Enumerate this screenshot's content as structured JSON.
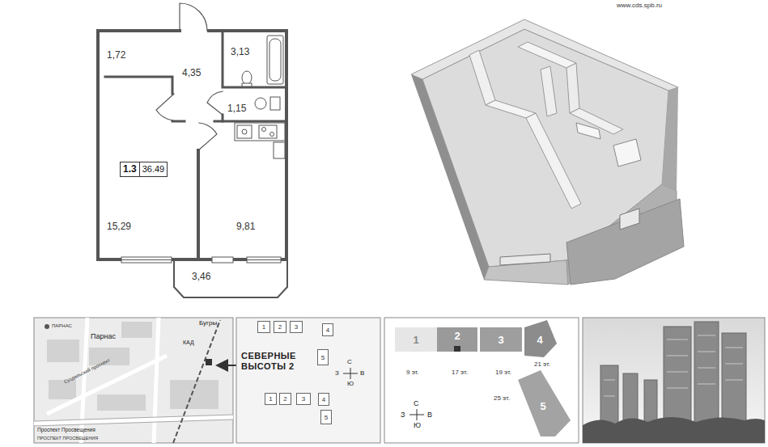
{
  "diagram": {
    "nodes": [
      {
        "text": [
          "1,72"
        ]
      },
      {
        "text": [
          "4,35"
        ]
      },
      {
        "text": [
          "3,13"
        ]
      },
      {
        "text": [
          "1,15"
        ]
      },
      {
        "text": [
          "15,29"
        ]
      },
      {
        "text": [
          "1.3",
          "36.49"
        ],
        "in": 4
      },
      {
        "text": [
          "9,81"
        ]
      },
      {
        "text": [
          "3,46"
        ]
      },
      {
        "text": [
          "1"
        ]
      },
      {
        "text": [
          "2"
        ]
      },
      {
        "text": [
          "3"
        ]
      },
      {
        "text": [
          "4"
        ]
      },
      {
        "text": [
          "5"
        ]
      },
      {
        "text": [
          "1"
        ]
      },
      {
        "text": [
          "2"
        ]
      },
      {
        "text": [
          "3"
        ]
      },
      {
        "text": [
          "4"
        ]
      },
      {
        "text": [
          "5"
        ]
      },
      {
        "text": [
          "1"
        ]
      },
      {
        "text": [
          "2"
        ]
      },
      {
        "text": [
          "3"
        ]
      },
      {
        "text": [
          "4"
        ]
      },
      {
        "text": [
          "5"
        ]
      }
    ],
    "labels": [
      "www.cds.spb.ru",
      "ПАРНАС",
      "Парнас",
      "Бугры",
      "КАД",
      "Суздальский проспект",
      "Проспект Просвещения",
      "ПРОСПЕКТ ПРОСВЕЩЕНИЯ",
      "СЕВЕРНЫЕ ВЫСОТЫ 2",
      "С",
      "З",
      "В",
      "Ю",
      "С",
      "З",
      "В",
      "Ю",
      "9 эт.",
      "17 эт.",
      "19 эт.",
      "21 эт.",
      "25 эт."
    ]
  }
}
